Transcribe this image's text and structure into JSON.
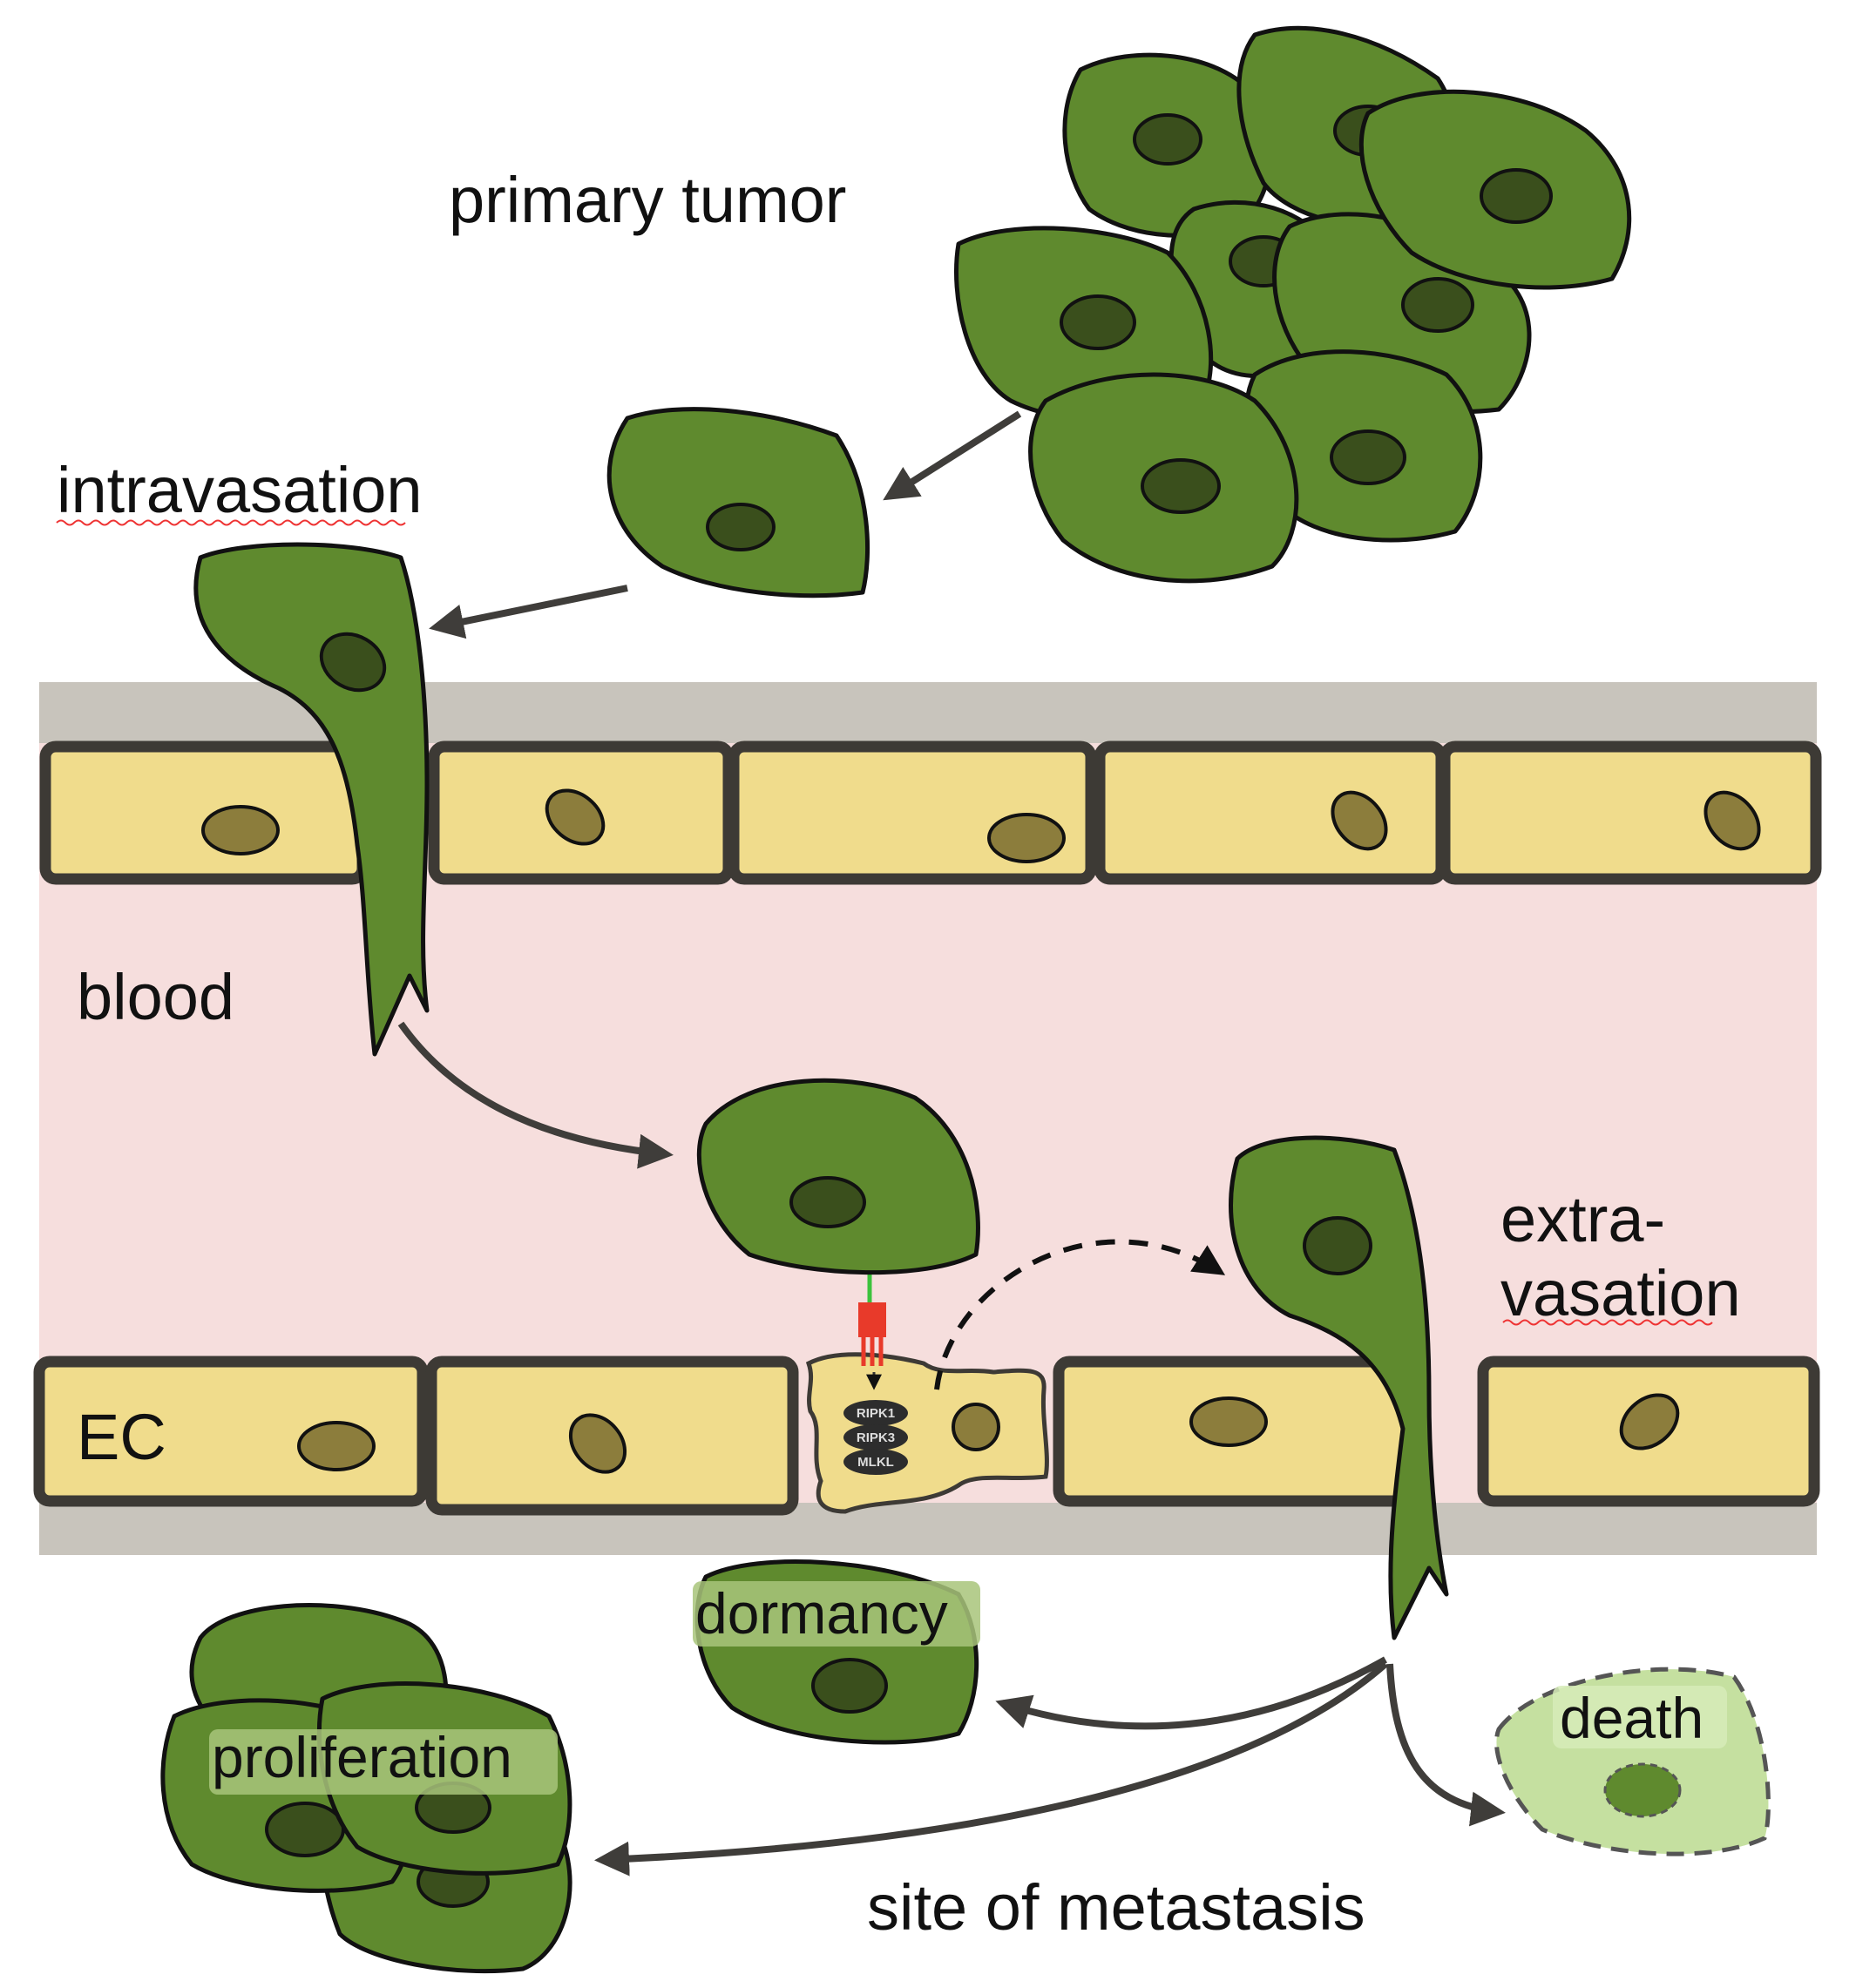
{
  "diagram": {
    "title": "Tumor metastasis cascade and endothelial necroptosis",
    "labels": {
      "primary_tumor": "primary tumor",
      "intravasation": "intravasation",
      "blood": "blood",
      "ec": "EC",
      "extravasation_line1": "extra-",
      "extravasation_line2": "vasation",
      "dormancy": "dormancy",
      "proliferation": "proliferation",
      "death": "death",
      "site_of_metastasis": "site of metastasis"
    },
    "signaling_complex": [
      "RIPK1",
      "RIPK3",
      "MLKL"
    ],
    "colors": {
      "tumor_cell": "#5f8a2e",
      "tumor_nucleus": "#3a4f1c",
      "endothelial_cell": "#f0dc8c",
      "endothelial_nucleus": "#8c7d3c",
      "blood": "#f6dedd",
      "basement_membrane": "#c8c4bc",
      "dead_cell": "#c5e0a0",
      "receptor": "#e83a2a",
      "ligand": "#3cc23c"
    },
    "processes": [
      "primary tumor",
      "intravasation",
      "blood",
      "extravasation",
      "dormancy",
      "proliferation",
      "death"
    ]
  }
}
